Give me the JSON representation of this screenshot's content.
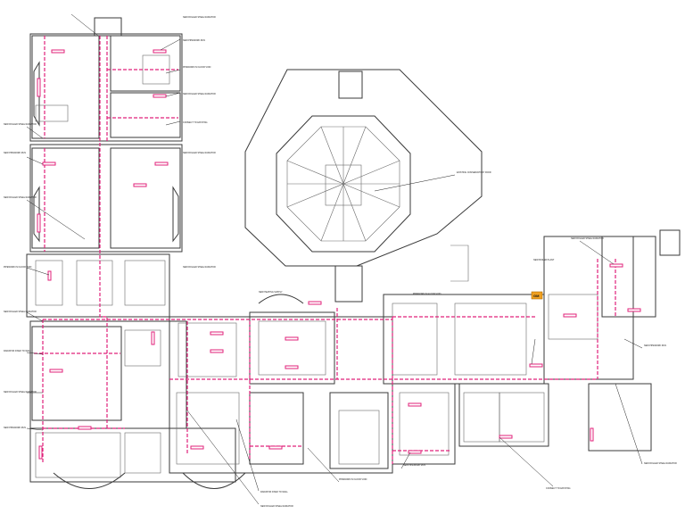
{
  "plan": {
    "meter_label": "GM",
    "notes": [
      "NEW ROLLED STEEL RADIATOR",
      "NEW PIPEWORK RUN",
      "PIPEWORK IN FLOOR VOID",
      "CONNECT TO EXISTING",
      "NEW BOILER PLANT",
      "EXISTING CONSERVATORY ROOF",
      "RADIATOR FIXED TO WALL",
      "NEW HEATING SUPPLY"
    ]
  }
}
